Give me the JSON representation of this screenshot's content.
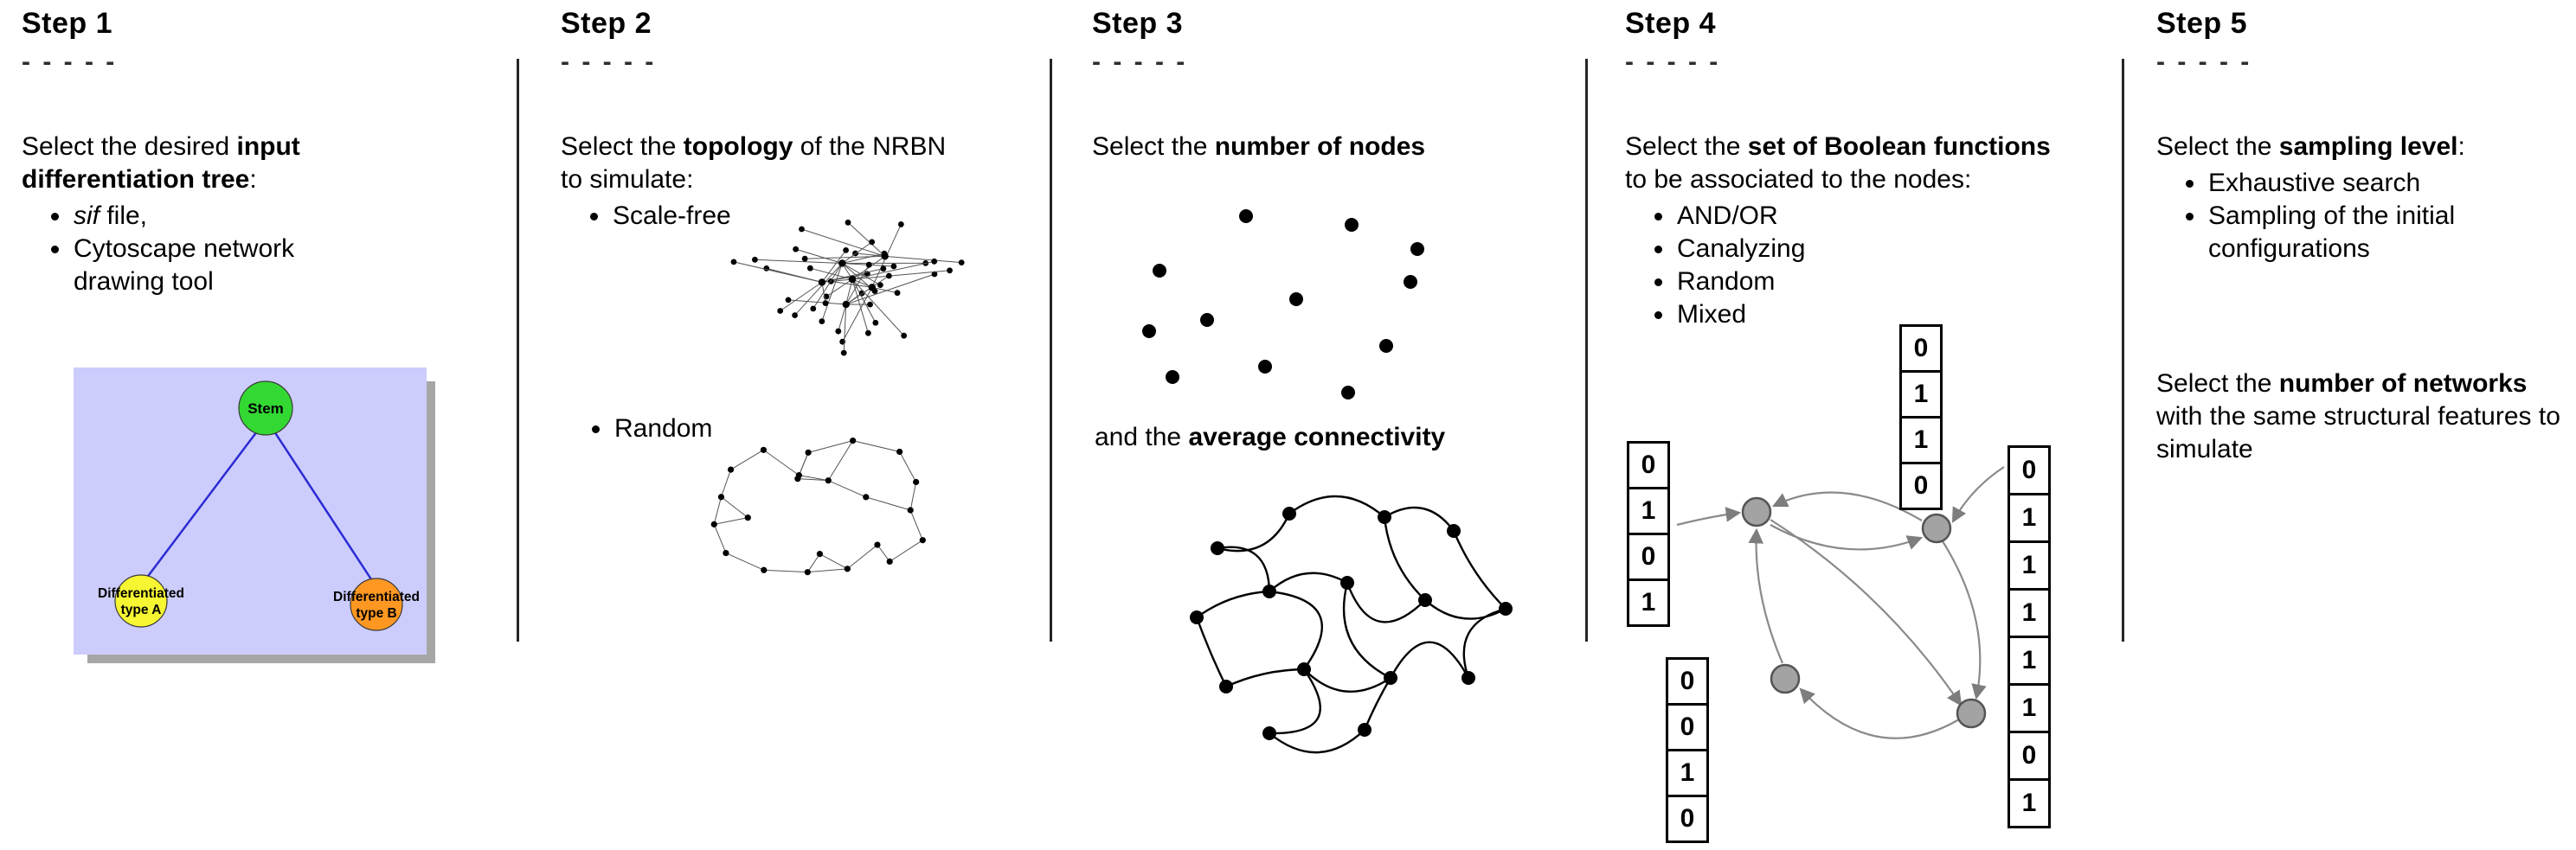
{
  "figure": {
    "divider_color": "#262626"
  },
  "steps": [
    {
      "title": "Step 1",
      "rule": "- - - - -",
      "instruction": [
        {
          "t": "Select the desired "
        },
        {
          "t": "input differentiation tree",
          "b": true
        },
        {
          "t": ":"
        }
      ],
      "options": {
        "sif": [
          {
            "t": "sif",
            "i": true
          },
          {
            "t": " file,"
          }
        ],
        "cytoscape": "Cytoscape network drawing tool"
      },
      "tree": {
        "stem": "Stem",
        "node_a": [
          "Differentiated",
          "type A"
        ],
        "node_b": [
          "Differentiated",
          "type B"
        ],
        "colors": {
          "panel": "#cccdfc",
          "shadow": "#a6a6a6",
          "stem": "#33d833",
          "node_a": "#f6f632",
          "node_b": "#ff9822",
          "edge": "#2b2bd4"
        }
      }
    },
    {
      "title": "Step 2",
      "rule": "- - - - -",
      "instruction": [
        {
          "t": "Select the "
        },
        {
          "t": "topology",
          "b": true
        },
        {
          "t": " of the NRBN to simulate:"
        }
      ],
      "options": {
        "scale_free": "Scale-free",
        "random": "Random"
      }
    },
    {
      "title": "Step 3",
      "rule": "- - - - -",
      "instruction": [
        {
          "t": "Select the "
        },
        {
          "t": "number of nodes",
          "b": true
        }
      ],
      "instruction2": [
        {
          "t": "and the "
        },
        {
          "t": "average connectivity",
          "b": true
        }
      ]
    },
    {
      "title": "Step 4",
      "rule": "- - - - -",
      "instruction": [
        {
          "t": "Select the "
        },
        {
          "t": "set of Boolean functions",
          "b": true
        },
        {
          "t": " to be associated to the nodes:"
        }
      ],
      "options": [
        "AND/OR",
        "Canalyzing",
        "Random",
        "Mixed"
      ],
      "truth_tables": {
        "top": [
          "0",
          "1",
          "1",
          "0"
        ],
        "left": [
          "0",
          "1",
          "0",
          "1"
        ],
        "bottom_left": [
          "0",
          "0",
          "1",
          "0"
        ],
        "right": [
          "0",
          "1",
          "1",
          "1",
          "1",
          "1",
          "0",
          "1"
        ]
      }
    },
    {
      "title": "Step 5",
      "rule": "- - - - -",
      "instruction": [
        {
          "t": "Select the "
        },
        {
          "t": "sampling level",
          "b": true
        },
        {
          "t": ":"
        }
      ],
      "options": [
        "Exhaustive search",
        "Sampling of the initial configurations"
      ],
      "instruction2": [
        {
          "t": "Select the "
        },
        {
          "t": "number of networks",
          "b": true
        },
        {
          "t": " with the same structural features to simulate"
        }
      ]
    }
  ]
}
